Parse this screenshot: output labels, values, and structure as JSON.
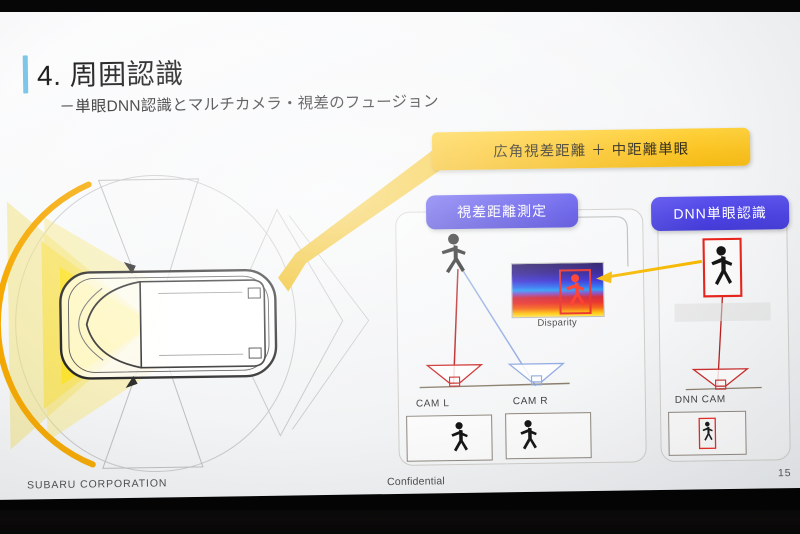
{
  "slide": {
    "title": "4. 周囲認識",
    "subtitle": "－単眼DNN認識とマルチカメラ・視差のフュージョン",
    "accent_color": "#7cc6e8"
  },
  "callout": {
    "text": "広角視差距離 ＋ 中距離単眼",
    "color": "#fbc423"
  },
  "panels": {
    "stereo": {
      "label": "視差距離測定",
      "label_color": "#4a41e2",
      "disparity_caption": "Disparity",
      "camera_left": "CAM L",
      "camera_right": "CAM R",
      "left_ray_color": "#c01a1a",
      "right_ray_color": "#7f9ee0"
    },
    "dnn": {
      "label": "DNN単眼認識",
      "label_color": "#4a41e2",
      "camera": "DNN CAM",
      "detection_box_color": "#e8231c"
    }
  },
  "vehicle_diagram": {
    "wide_sensor_color": "#f5e06a",
    "near_sensor_color": "#ffe000",
    "arc_color": "#f5a800"
  },
  "footer": {
    "left": "SUBARU CORPORATION",
    "center": "Confidential",
    "page": "15"
  }
}
